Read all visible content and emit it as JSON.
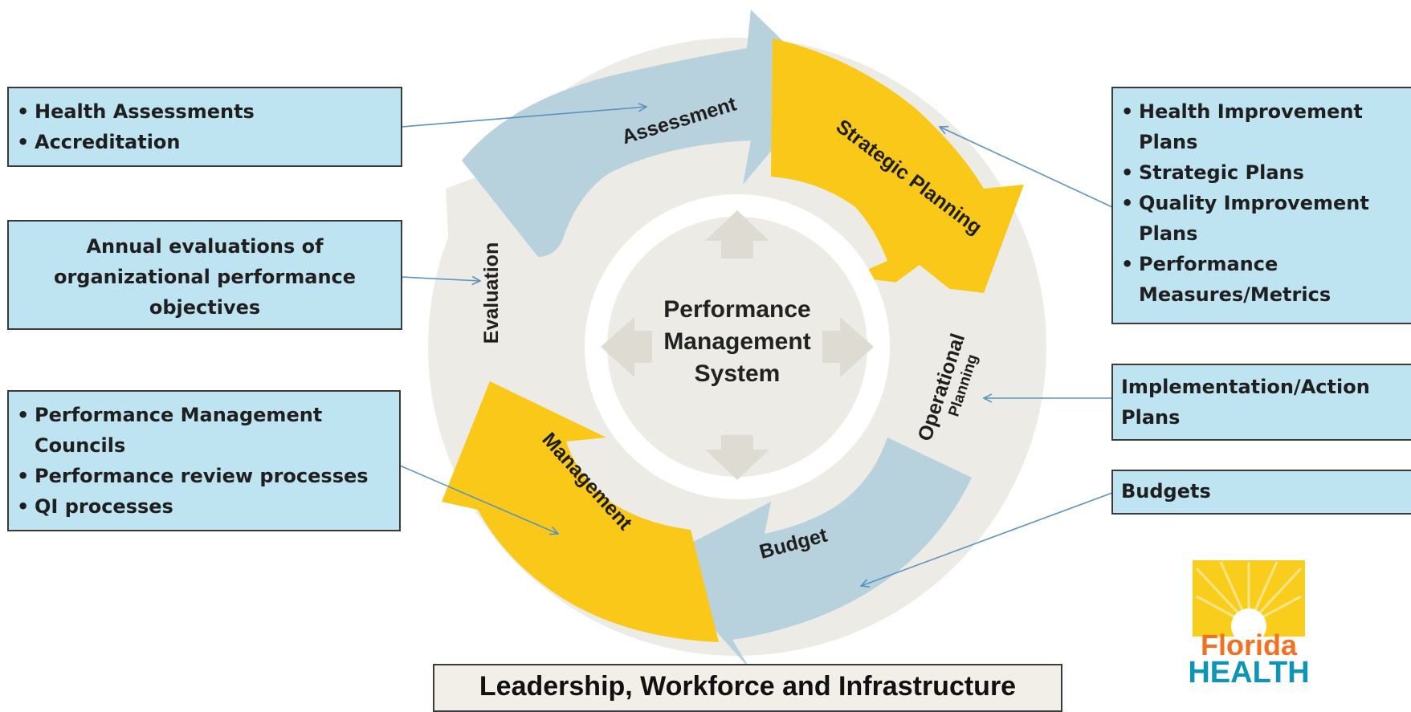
{
  "diagram": {
    "center": [
      "Performance",
      "Management",
      "System"
    ],
    "cycle": {
      "assessment": "Assessment",
      "strategic_planning": "Strategic Planning",
      "operational_main": "Operational",
      "operational_sub": "Planning",
      "budget": "Budget",
      "management": "Management",
      "evaluation": "Evaluation"
    },
    "footer": "Leadership, Workforce and Infrastructure"
  },
  "boxes": {
    "assessment": [
      "Health Assessments",
      "Accreditation"
    ],
    "evaluation": [
      "Annual evaluations of",
      "organizational performance",
      "objectives"
    ],
    "management": [
      "Performance Management Councils",
      "Performance review processes",
      "QI processes"
    ],
    "strategic_planning": [
      "Health Improvement Plans",
      "Strategic Plans",
      "Quality Improvement Plans",
      "Performance Measures/Metrics"
    ],
    "operational_planning": "Implementation/Action Plans",
    "budget": "Budgets"
  },
  "logo": {
    "line1": "Florida",
    "line2": "HEALTH"
  },
  "colors": {
    "blue_box": "#bfe4f1",
    "arrow_blue": "#b7d1dd",
    "arrow_yellow": "#f9c818",
    "arrow_beige": "#ecebe5",
    "logo_orange": "#f37021",
    "logo_teal": "#0d94b6"
  }
}
